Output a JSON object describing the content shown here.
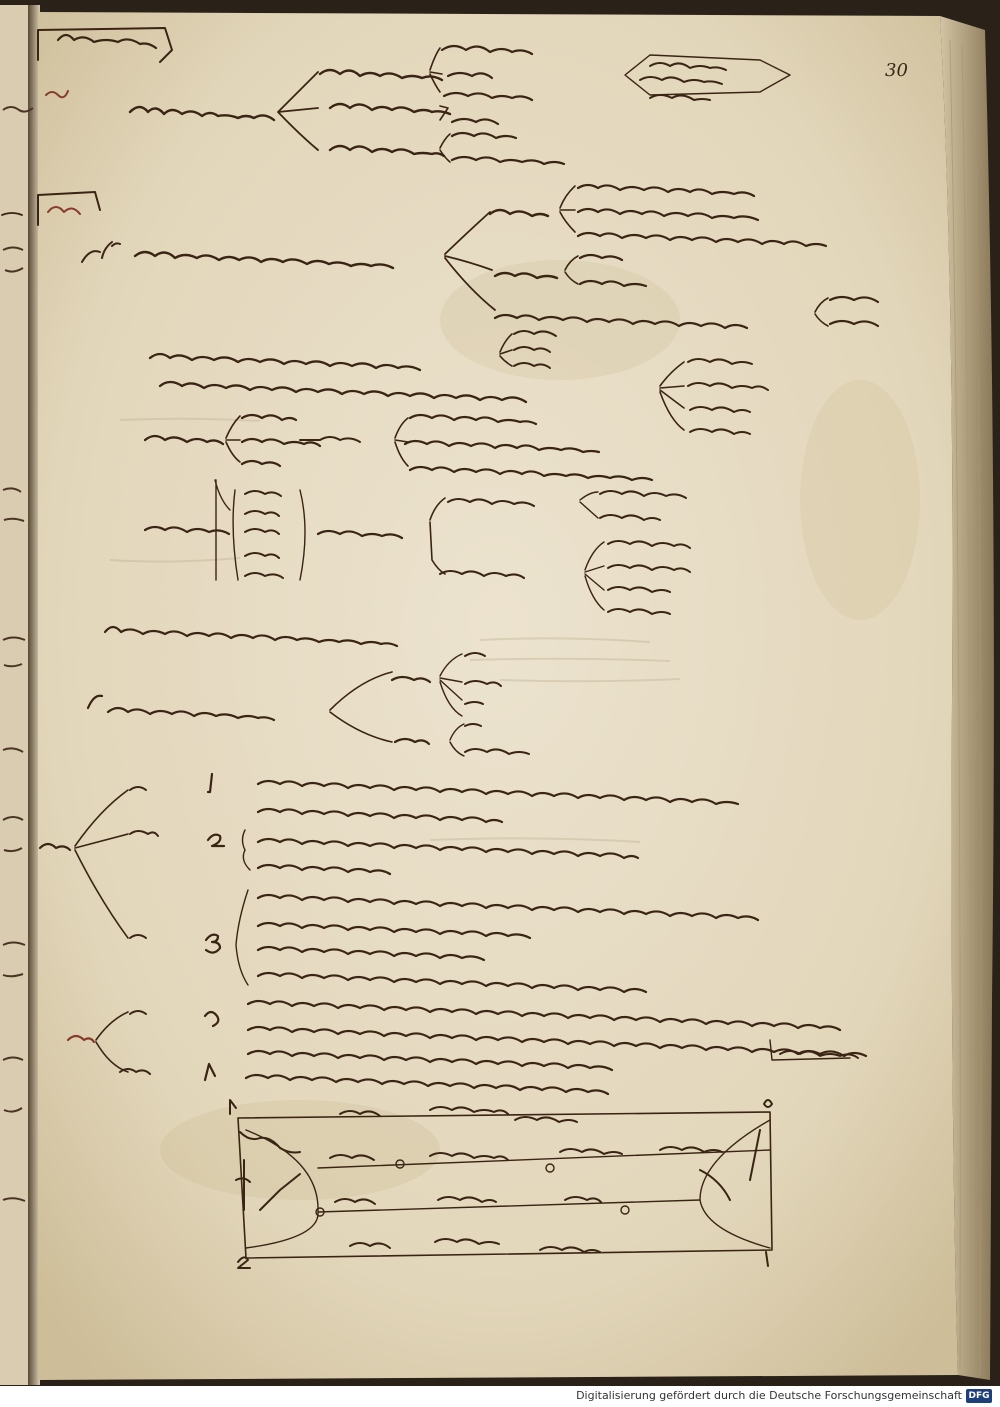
{
  "footer": {
    "credit_text": "Digitalisierung gefördert durch die Deutsche Forschungsgemeinschaft",
    "logo_text": "DFG"
  },
  "page": {
    "folio_number": "30"
  }
}
